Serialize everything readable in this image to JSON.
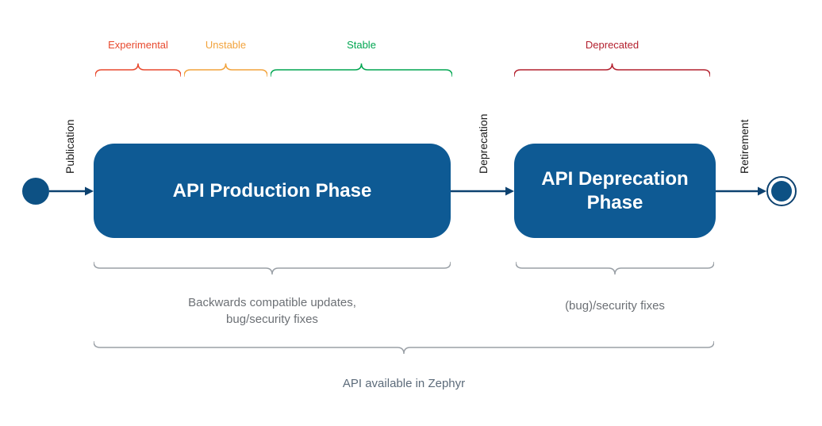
{
  "stages": {
    "production": {
      "label": "API Production Phase",
      "fill": "#0e5a94",
      "text_color": "#ffffff"
    },
    "deprecation": {
      "label": "API Deprecation Phase",
      "fill": "#0e5a94",
      "text_color": "#ffffff"
    }
  },
  "transitions": {
    "publication": {
      "label": "Publication"
    },
    "deprecation": {
      "label": "Deprecation"
    },
    "retirement": {
      "label": "Retirement"
    }
  },
  "maturity_spans": [
    {
      "label": "Experimental",
      "color": "#e8492e"
    },
    {
      "label": "Unstable",
      "color": "#f2a33c"
    },
    {
      "label": "Stable",
      "color": "#00a651"
    },
    {
      "label": "Deprecated",
      "color": "#b3202e"
    }
  ],
  "annotations": {
    "production_note_line1": "Backwards compatible updates,",
    "production_note_line2": "bug/security fixes",
    "deprecation_note": "(bug)/security fixes",
    "overall_note": "API available in Zephyr",
    "note_color": "#6c7075",
    "brace_color": "#9aa0a6"
  },
  "node_colors": {
    "start_fill": "#0d5184",
    "end_ring": "#0d4270",
    "end_fill": "#0d5184",
    "arrow": "#0d4270"
  }
}
